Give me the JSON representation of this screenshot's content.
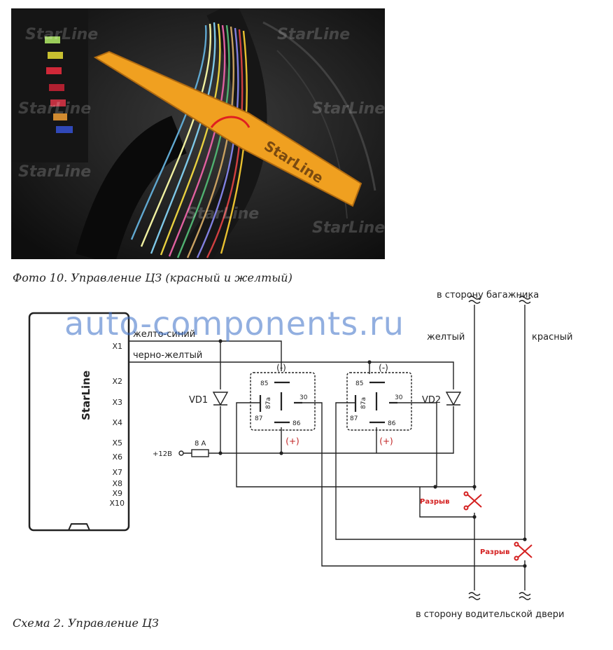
{
  "photo": {
    "watermarks": [
      "StarLine",
      "StarLine",
      "StarLine",
      "StarLine",
      "StarLine",
      "StarLine",
      "StarLine"
    ],
    "tool_label": "StarLine"
  },
  "captions": {
    "photo": "Фото 10. Управление ЦЗ (красный и желтый)",
    "scheme": "Схема 2. Управление ЦЗ"
  },
  "watermark": "auto-components.ru",
  "diagram": {
    "top_label": "в сторону багажника",
    "bottom_label": "в сторону водительской двери",
    "device_brand": "StarLine",
    "connectors": [
      "X1",
      "X2",
      "X3",
      "X4",
      "X5",
      "X6",
      "X7",
      "X8",
      "X9",
      "X10"
    ],
    "wire_yellow_blue": "желто-синий",
    "wire_black_yellow": "черно-желтый",
    "wire_yellow": "желтый",
    "wire_red": "красный",
    "diode1": "VD1",
    "diode2": "VD2",
    "fuse": "8 A",
    "power": "+12В",
    "relay1": {
      "minus": "(-)",
      "plus": "(+)",
      "pins": [
        "85",
        "30",
        "87a",
        "87",
        "86"
      ]
    },
    "relay2": {
      "minus": "(-)",
      "plus": "(+)",
      "pins": [
        "85",
        "30",
        "87a",
        "87",
        "86"
      ]
    },
    "break1": "Разрыв",
    "break2": "Разрыв"
  },
  "colors": {
    "line": "#222222",
    "break_red": "#d42020",
    "watermark_blue": "#3a6ec8",
    "tool_orange": "#f0a020"
  }
}
